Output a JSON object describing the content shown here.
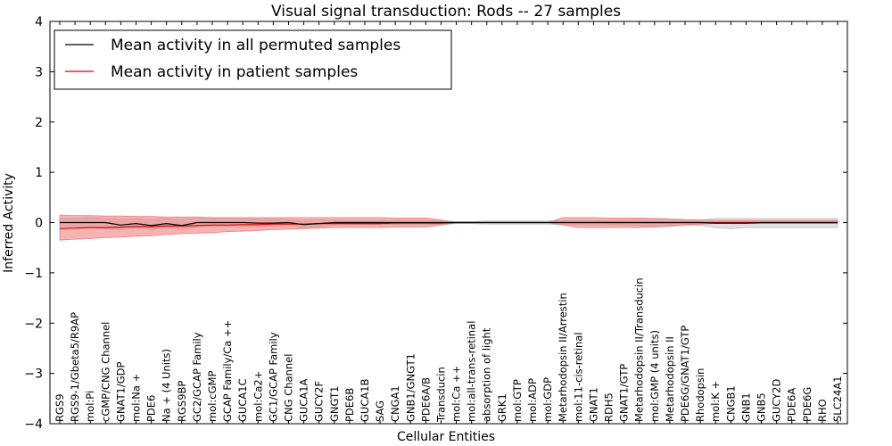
{
  "chart_data": {
    "type": "line",
    "title": "Visual signal transduction: Rods -- 27 samples",
    "xlabel": "Cellular Entities",
    "ylabel": "Inferred Activity",
    "ylim": [
      -4,
      4
    ],
    "yticks": [
      "-4",
      "-3",
      "-2",
      "-1",
      "0",
      "1",
      "2",
      "3",
      "4"
    ],
    "categories": [
      "RGS9",
      "RGS9-1/Gbeta5/R9AP",
      "mol:Pi",
      "cGMP/CNG Channel",
      "GNAT1/GDP",
      "mol:Na +",
      "PDE6",
      "Na + (4 Units)",
      "RGS9BP",
      "GC2/GCAP Family",
      "mol:cGMP",
      "GCAP Family/Ca ++",
      "GUCA1C",
      "mol:Ca2+",
      "GC1/GCAP Family",
      "CNG Channel",
      "GUCA1A",
      "GUCY2F",
      "GNGT1",
      "PDE6B",
      "GUCA1B",
      "SAG",
      "CNGA1",
      "GNB1/GNGT1",
      "PDE6A/B",
      "Transducin",
      "mol:Ca ++",
      "mol:all-trans-retinal",
      "absorption of light",
      "GRK1",
      "mol:GTP",
      "mol:ADP",
      "mol:GDP",
      "Metarhodopsin II/Arrestin",
      "mol:11-cis-retinal",
      "GNAT1",
      "RDH5",
      "GNAT1/GTP",
      "Metarhodopsin II/Transducin",
      "mol:GMP (4 units)",
      "Metarhodopsin II",
      "PDE6G/GNAT1/GTP",
      "Rhodopsin",
      "mol:K +",
      "CNGB1",
      "GNB1",
      "GNB5",
      "GUCY2D",
      "PDE6A",
      "PDE6G",
      "RHO",
      "SLC24A1"
    ],
    "legend_position": "upper-left",
    "series": [
      {
        "name": "Mean activity in all permuted samples",
        "color": "#000000",
        "band_color": "#bbbbbb",
        "values": [
          0.0,
          0.0,
          0.0,
          0.0,
          -0.05,
          -0.02,
          -0.06,
          -0.02,
          -0.06,
          0.0,
          0.0,
          0.0,
          0.0,
          -0.01,
          -0.01,
          0.0,
          -0.04,
          -0.02,
          0.0,
          0.0,
          0.0,
          0.0,
          0.0,
          0.0,
          0.0,
          0.0,
          0.0,
          0.0,
          0.0,
          0.0,
          0.0,
          0.0,
          0.0,
          0.0,
          0.0,
          0.0,
          0.0,
          0.0,
          0.0,
          0.0,
          0.0,
          0.0,
          0.0,
          -0.01,
          -0.01,
          -0.01,
          0.0,
          0.0,
          0.0,
          0.0,
          0.0,
          0.0
        ],
        "lower": [
          -0.08,
          -0.08,
          -0.1,
          -0.12,
          -0.14,
          -0.1,
          -0.14,
          -0.1,
          -0.14,
          -0.08,
          -0.08,
          -0.08,
          -0.08,
          -0.08,
          -0.08,
          -0.06,
          -0.1,
          -0.08,
          -0.05,
          -0.04,
          -0.04,
          -0.04,
          -0.04,
          -0.04,
          -0.04,
          -0.04,
          -0.02,
          -0.02,
          -0.03,
          -0.03,
          -0.03,
          -0.03,
          -0.03,
          -0.04,
          -0.04,
          -0.04,
          -0.04,
          -0.05,
          -0.06,
          -0.1,
          -0.08,
          -0.06,
          -0.05,
          -0.1,
          -0.12,
          -0.1,
          -0.1,
          -0.1,
          -0.1,
          -0.1,
          -0.1,
          -0.1
        ],
        "upper": [
          0.08,
          0.08,
          0.1,
          0.08,
          0.06,
          0.08,
          0.06,
          0.08,
          0.06,
          0.08,
          0.08,
          0.08,
          0.08,
          0.07,
          0.07,
          0.06,
          0.04,
          0.05,
          0.05,
          0.04,
          0.04,
          0.04,
          0.04,
          0.04,
          0.04,
          0.04,
          0.02,
          0.02,
          0.03,
          0.03,
          0.03,
          0.03,
          0.03,
          0.04,
          0.04,
          0.04,
          0.04,
          0.05,
          0.06,
          0.08,
          0.08,
          0.06,
          0.05,
          0.08,
          0.08,
          0.08,
          0.08,
          0.08,
          0.08,
          0.08,
          0.08,
          0.08
        ]
      },
      {
        "name": "Mean activity in patient samples",
        "color": "#dd0000",
        "band_color": "#f08080",
        "values": [
          -0.12,
          -0.11,
          -0.1,
          -0.1,
          -0.09,
          -0.08,
          -0.08,
          -0.07,
          -0.07,
          -0.06,
          -0.05,
          -0.05,
          -0.04,
          -0.04,
          -0.03,
          -0.03,
          -0.03,
          -0.02,
          -0.02,
          -0.02,
          -0.02,
          -0.02,
          -0.01,
          -0.01,
          -0.01,
          -0.01,
          0.0,
          0.0,
          0.0,
          0.0,
          0.0,
          0.0,
          0.0,
          0.0,
          0.0,
          0.0,
          0.0,
          0.0,
          0.0,
          0.0,
          0.0,
          0.0,
          0.0,
          0.0,
          0.0,
          0.0,
          0.0,
          0.0,
          0.0,
          0.0,
          0.0,
          0.0
        ],
        "lower": [
          -0.35,
          -0.33,
          -0.32,
          -0.3,
          -0.29,
          -0.27,
          -0.26,
          -0.24,
          -0.22,
          -0.21,
          -0.2,
          -0.18,
          -0.17,
          -0.16,
          -0.14,
          -0.13,
          -0.12,
          -0.11,
          -0.1,
          -0.1,
          -0.1,
          -0.1,
          -0.09,
          -0.09,
          -0.09,
          -0.05,
          0.0,
          0.0,
          0.0,
          0.0,
          0.0,
          0.0,
          0.0,
          -0.05,
          -0.1,
          -0.1,
          -0.1,
          -0.1,
          -0.1,
          -0.08,
          -0.06,
          -0.04,
          -0.03,
          -0.02,
          -0.02,
          -0.02,
          -0.02,
          -0.02,
          -0.02,
          -0.02,
          -0.02,
          -0.02
        ],
        "upper": [
          0.15,
          0.14,
          0.14,
          0.13,
          0.13,
          0.12,
          0.12,
          0.11,
          0.11,
          0.11,
          0.1,
          0.1,
          0.1,
          0.1,
          0.1,
          0.1,
          0.1,
          0.1,
          0.1,
          0.1,
          0.1,
          0.1,
          0.09,
          0.09,
          0.09,
          0.05,
          0.0,
          0.0,
          0.0,
          0.0,
          0.0,
          0.0,
          0.0,
          0.1,
          0.1,
          0.1,
          0.09,
          0.09,
          0.09,
          0.08,
          0.06,
          0.05,
          0.05,
          0.04,
          0.04,
          0.04,
          0.04,
          0.04,
          0.04,
          0.04,
          0.04,
          0.04
        ]
      }
    ]
  }
}
